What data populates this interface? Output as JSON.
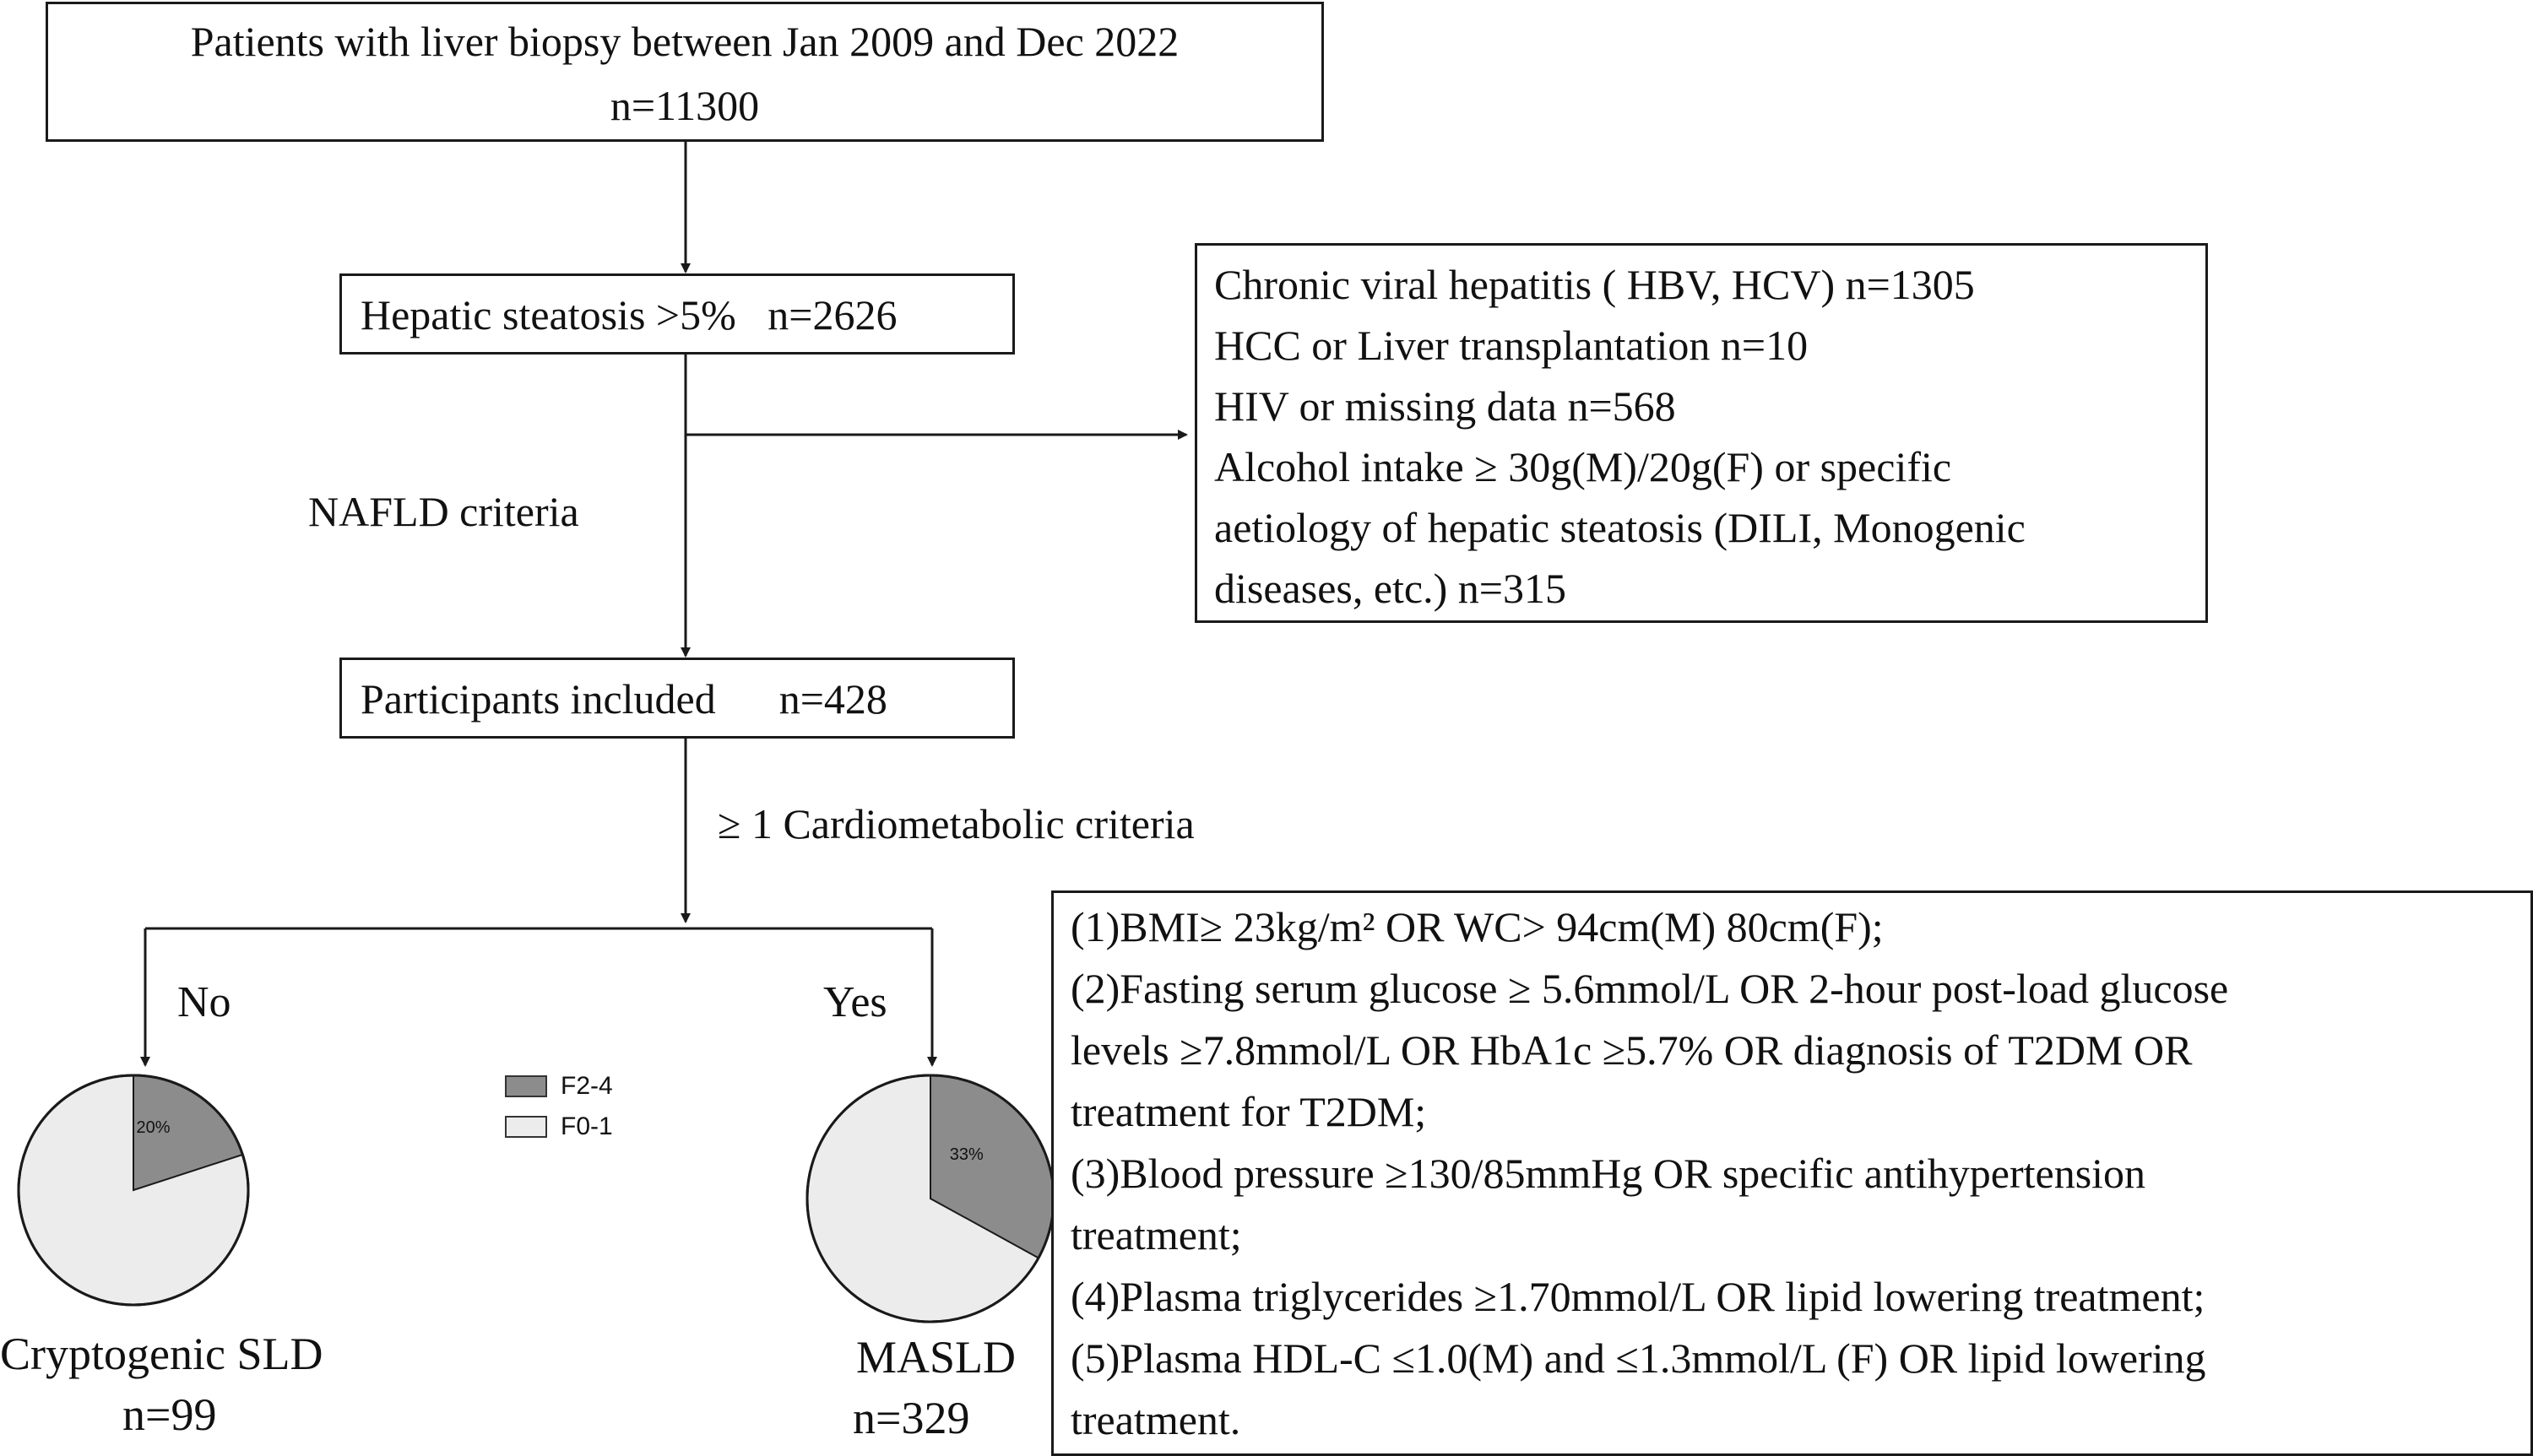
{
  "top_box": {
    "line1": "Patients with liver biopsy between Jan 2009 and Dec 2022",
    "line2": "n=11300"
  },
  "steatosis_box": {
    "text": "Hepatic steatosis >5%   n=2626"
  },
  "nafld_label": "NAFLD criteria",
  "exclusion_box": {
    "lines": [
      "Chronic viral hepatitis ( HBV, HCV) n=1305",
      "HCC or Liver transplantation n=10",
      "HIV or missing data n=568",
      "Alcohol intake ≥ 30g(M)/20g(F) or specific",
      "aetiology of  hepatic steatosis (DILI, Monogenic",
      "diseases, etc.) n=315"
    ]
  },
  "included_box": {
    "text": "Participants included      n=428"
  },
  "cardiometabolic_label": "≥ 1 Cardiometabolic criteria",
  "branch_no": "No",
  "branch_yes": "Yes",
  "legend": {
    "items": [
      {
        "label": "F2-4",
        "color": "#8c8c8c"
      },
      {
        "label": "F0-1",
        "color": "#ececec"
      }
    ]
  },
  "pie_left": {
    "name": "Cryptogenic SLD",
    "n": "n=99",
    "label": "20%",
    "f24_fraction": 0.2
  },
  "pie_right": {
    "name": "MASLD",
    "n": "n=329",
    "label": "33%",
    "f24_fraction": 0.33
  },
  "criteria_box": {
    "lines": [
      "(1)BMI≥ 23kg/m² OR WC> 94cm(M) 80cm(F);",
      "(2)Fasting serum glucose ≥ 5.6mmol/L OR 2-hour post-load glucose",
      "levels ≥7.8mmol/L OR HbA1c ≥5.7% OR diagnosis of  T2DM OR",
      "treatment for T2DM;",
      "(3)Blood pressure ≥130/85mmHg OR specific antihypertension",
      "treatment;",
      "(4)Plasma triglycerides ≥1.70mmol/L OR lipid lowering treatment;",
      "(5)Plasma HDL-C ≤1.0(M) and ≤1.3mmol/L (F) OR lipid lowering",
      "treatment."
    ]
  },
  "colors": {
    "line": "#1a1a1a",
    "f24": "#8c8c8c",
    "f01": "#ececec"
  }
}
